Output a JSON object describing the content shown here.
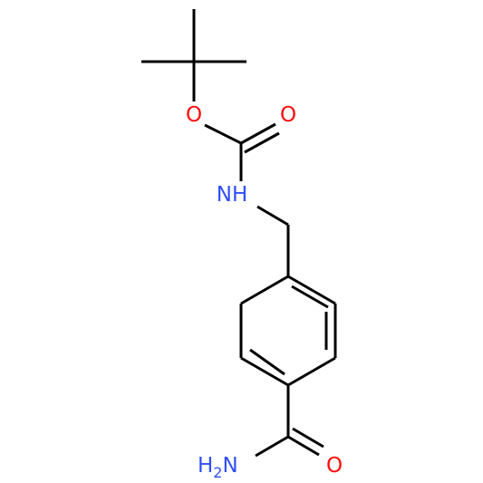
{
  "molecule": {
    "atoms": {
      "ester_oxygen": {
        "label": "O",
        "color": "#ff0d0d"
      },
      "carbonyl_oxygen": {
        "label": "O",
        "color": "#ff0d0d"
      },
      "carbamate_nitrogen": {
        "label": "NH",
        "color": "#3050f8"
      },
      "amide_nitrogen": {
        "label": "H2N",
        "main": "H",
        "subscript": "2",
        "tail": "N",
        "color": "#3050f8"
      },
      "amide_oxygen": {
        "label": "O",
        "color": "#ff0d0d"
      }
    }
  }
}
